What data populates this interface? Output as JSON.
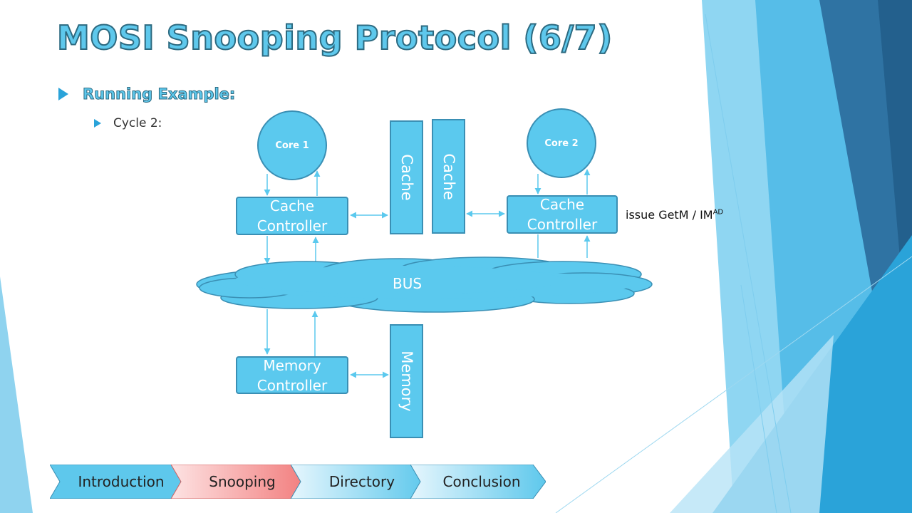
{
  "slide": {
    "title": "MOSI Snooping Protocol (6/7)",
    "bullet_level1": "Running Example:",
    "bullet_level2": "Cycle 2:"
  },
  "diagram": {
    "core1_label": "Core 1",
    "core2_label": "Core 2",
    "cache1_label": "Cache",
    "cache2_label": "Cache",
    "cc1_label": "Cache Controller",
    "cc2_label": "Cache Controller",
    "bus_label": "BUS",
    "mc_label": "Memory Controller",
    "memory_label": "Memory",
    "annotation_text": "issue GetM  / IM",
    "annotation_superscript": "AD"
  },
  "nav": {
    "tabs": [
      {
        "label": "Introduction",
        "active": false
      },
      {
        "label": "Snooping",
        "active": true
      },
      {
        "label": "Directory",
        "active": false
      },
      {
        "label": "Conclusion",
        "active": false
      }
    ]
  },
  "colors": {
    "accent": "#5bc9ee",
    "border": "#3a8fb4",
    "active_tab": "#f27d7d",
    "inactive_tab": "#5ec8ec"
  }
}
